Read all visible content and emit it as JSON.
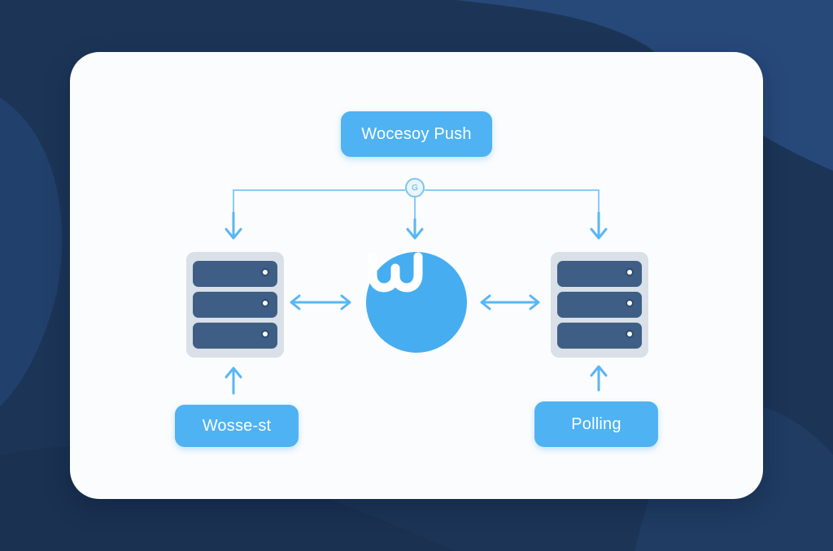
{
  "diagram": {
    "top_label": "Wocesoy Push",
    "left_label": "Wosse-st",
    "right_label": "Polling",
    "nodes": [
      {
        "id": "left-server",
        "kind": "server",
        "slots": 3
      },
      {
        "id": "hub",
        "kind": "hub",
        "icon": "w-logo-icon"
      },
      {
        "id": "right-server",
        "kind": "server",
        "slots": 3
      }
    ],
    "edges": [
      {
        "from": "top_label",
        "to": "left-server",
        "direction": "down"
      },
      {
        "from": "top_label",
        "to": "hub",
        "direction": "down"
      },
      {
        "from": "top_label",
        "to": "right-server",
        "direction": "down"
      },
      {
        "from": "left-server",
        "to": "hub",
        "direction": "bidirectional"
      },
      {
        "from": "hub",
        "to": "right-server",
        "direction": "bidirectional"
      },
      {
        "from": "left_label",
        "to": "left-server",
        "direction": "up"
      },
      {
        "from": "right_label",
        "to": "right-server",
        "direction": "up"
      }
    ]
  },
  "colors": {
    "background": "#1c3557",
    "card": "#fbfcfd",
    "accent": "#4fb2f2",
    "server_body": "#d9e0e8",
    "server_slot": "#3f5e85"
  }
}
